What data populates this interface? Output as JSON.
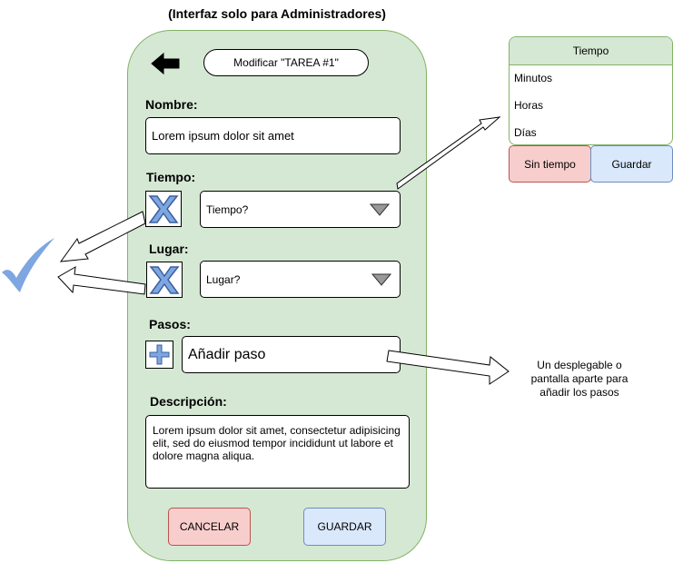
{
  "page": {
    "title": "(Interfaz solo para Administradores)"
  },
  "form": {
    "header_title": "Modificar \"TAREA #1\"",
    "nombre_label": "Nombre:",
    "nombre_value": "Lorem ipsum dolor sit amet",
    "tiempo_label": "Tiempo:",
    "tiempo_select": "Tiempo?",
    "lugar_label": "Lugar:",
    "lugar_select": "Lugar?",
    "pasos_label": "Pasos:",
    "pasos_value": "Añadir paso",
    "descripcion_label": "Descripción:",
    "descripcion_value": "Lorem ipsum dolor sit amet, consectetur adipisicing elit, sed do eiusmod tempor incididunt ut labore et dolore magna aliqua.",
    "cancel_label": "CANCELAR",
    "save_label": "GUARDAR"
  },
  "time_popup": {
    "header": "Tiempo",
    "options": [
      "Minutos",
      "Horas",
      "Días"
    ],
    "no_time_label": "Sin tiempo",
    "save_label": "Guardar"
  },
  "steps_note": "Un desplegable o pantalla aparte para añadir los pasos",
  "colors": {
    "phone_fill": "#d5e8d4",
    "phone_border": "#82b366",
    "cancel_fill": "#f8cecc",
    "cancel_border": "#b85450",
    "save_fill": "#dae8fc",
    "save_border": "#6c8ebf",
    "icon_blue": "#7ea6e0",
    "icon_stroke": "#3b5fa0",
    "check_blue": "#7ea6e0"
  },
  "icons": [
    "back-arrow-icon",
    "dropdown-triangle-icon",
    "x-icon",
    "plus-icon",
    "checkmark-icon",
    "arrow-icon"
  ]
}
